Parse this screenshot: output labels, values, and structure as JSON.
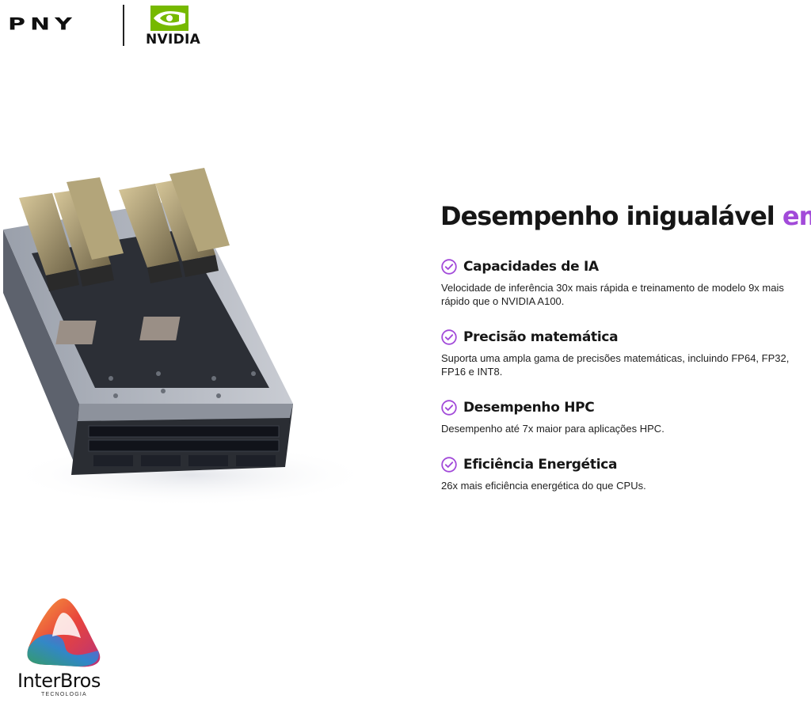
{
  "header": {
    "brand_pny": "PNY",
    "brand_nvidia": "NVIDIA",
    "nvidia_green": "#76b900"
  },
  "hero": {
    "image": "gpu-server-chassis-illustration"
  },
  "main": {
    "heading_prefix": "Desempenho inigualável ",
    "heading_accent": "em...",
    "accent_color": "#a24ad9",
    "features": [
      {
        "icon": "check-circle-icon",
        "title": "Capacidades de IA",
        "description": "Velocidade de inferência 30x mais rápida e treinamento de modelo 9x mais rápido que o NVIDIA A100."
      },
      {
        "icon": "check-circle-icon",
        "title": "Precisão matemática",
        "description": "Suporta uma ampla gama de precisões matemáticas, incluindo FP64, FP32, FP16 e INT8."
      },
      {
        "icon": "check-circle-icon",
        "title": "Desempenho HPC",
        "description": "Desempenho até 7x maior para aplicações HPC."
      },
      {
        "icon": "check-circle-icon",
        "title": "Eficiência Energética",
        "description": "26x mais eficiência energética do que CPUs."
      }
    ]
  },
  "footer_logo": {
    "name": "InterBros",
    "tagline": "TECNOLOGIA"
  }
}
